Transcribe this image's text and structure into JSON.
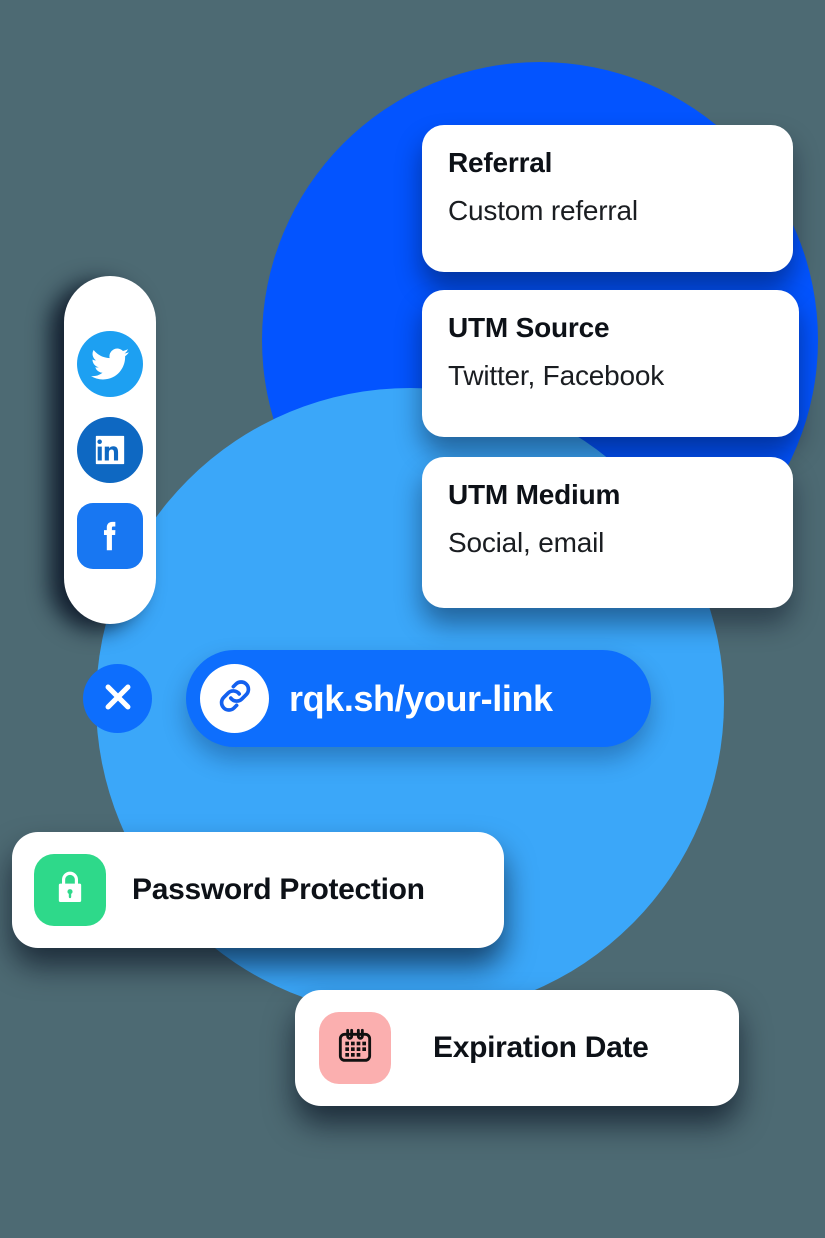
{
  "theme": {
    "circle_dark": "#0354FF",
    "circle_light": "#3BA7F9",
    "accent_blue": "#0D6EFD",
    "lock_green": "#2ED98A",
    "calendar_pink": "#FBAFAF",
    "twitter_blue": "#1DA0F2",
    "linkedin_blue": "#0E68C2",
    "facebook_blue": "#1877F2",
    "card_background": "#FFFFFF",
    "text_dark": "#0D1117",
    "page_background": "#4D6A73"
  },
  "cards": [
    {
      "title": "Referral",
      "value": "Custom referral"
    },
    {
      "title": "UTM Source",
      "value": "Twitter, Facebook"
    },
    {
      "title": "UTM Medium",
      "value": "Social, email"
    }
  ],
  "social": {
    "items": [
      {
        "name": "Twitter",
        "icon": "twitter-icon"
      },
      {
        "name": "LinkedIn",
        "icon": "linkedin-icon"
      },
      {
        "name": "Facebook",
        "icon": "facebook-icon"
      }
    ]
  },
  "link_pill": {
    "url": "rqk.sh/your-link",
    "icon": "link-chain-icon"
  },
  "close_button": {
    "label": "Close",
    "icon": "close-x-icon"
  },
  "features": [
    {
      "label": "Password Protection",
      "icon": "lock-icon"
    },
    {
      "label": "Expiration Date",
      "icon": "calendar-icon"
    }
  ]
}
